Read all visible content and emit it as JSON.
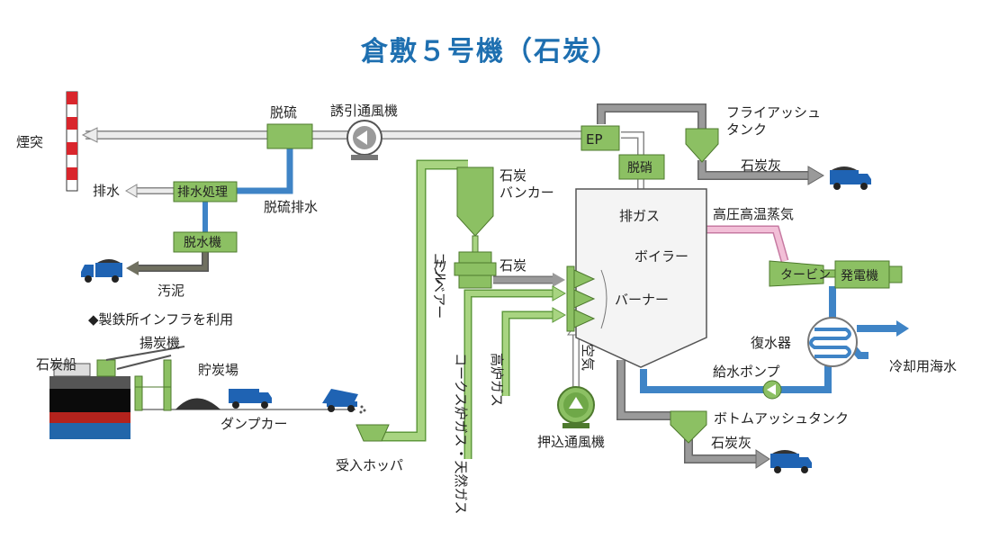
{
  "title": "倉敷５号機（石炭）",
  "labels": {
    "chimney": "煙突",
    "desulfurizer": "脱硫",
    "idfan": "誘引通風機",
    "ep": "EP",
    "denitrator": "脱硝",
    "flyash_tank": "フライアッシュ\nタンク",
    "coal_ash_top": "石炭灰",
    "wastewater_treatment": "排水処理",
    "drainage": "排水",
    "desulf_drain": "脱硫排水",
    "dewatering": "脱水機",
    "sludge": "汚泥",
    "coal_bunker": "石炭\nバンカー",
    "exhaust_gas": "排ガス",
    "hp_steam": "高圧高温蒸気",
    "boiler": "ボイラー",
    "turbine": "タービン",
    "generator": "発電機",
    "conveyor": "コンベアー",
    "mill": "ミル",
    "coal": "石炭",
    "burner": "バーナー",
    "infra_note": "◆製鉄所インフラを利用",
    "unloader": "揚炭機",
    "coal_ship": "石炭船",
    "coal_yard": "貯炭場",
    "dump_truck": "ダンプカー",
    "hopper": "受入ホッパ",
    "coke_gas": "コークス炉ガス・天然ガス",
    "bf_gas": "高炉ガス",
    "air": "空気",
    "fd_fan": "押込通風機",
    "condenser": "復水器",
    "cooling_water": "冷却用海水",
    "feed_pump": "給水ポンプ",
    "bottom_ash_tank": "ボトムアッシュタンク",
    "coal_ash_bottom": "石炭灰"
  },
  "colors": {
    "title": "#1e6fb0",
    "box_fill": "#8cc063",
    "box_stroke": "#4e7a2e",
    "gas_pipe": "#dddddd",
    "ash_pipe": "#909090",
    "water_pipe": "#3f84c6",
    "steam_pipe": "#e8a6c4",
    "coal_pipe": "#a8d481",
    "sludge_pipe": "#606060",
    "truck_body": "#1f63b3"
  }
}
